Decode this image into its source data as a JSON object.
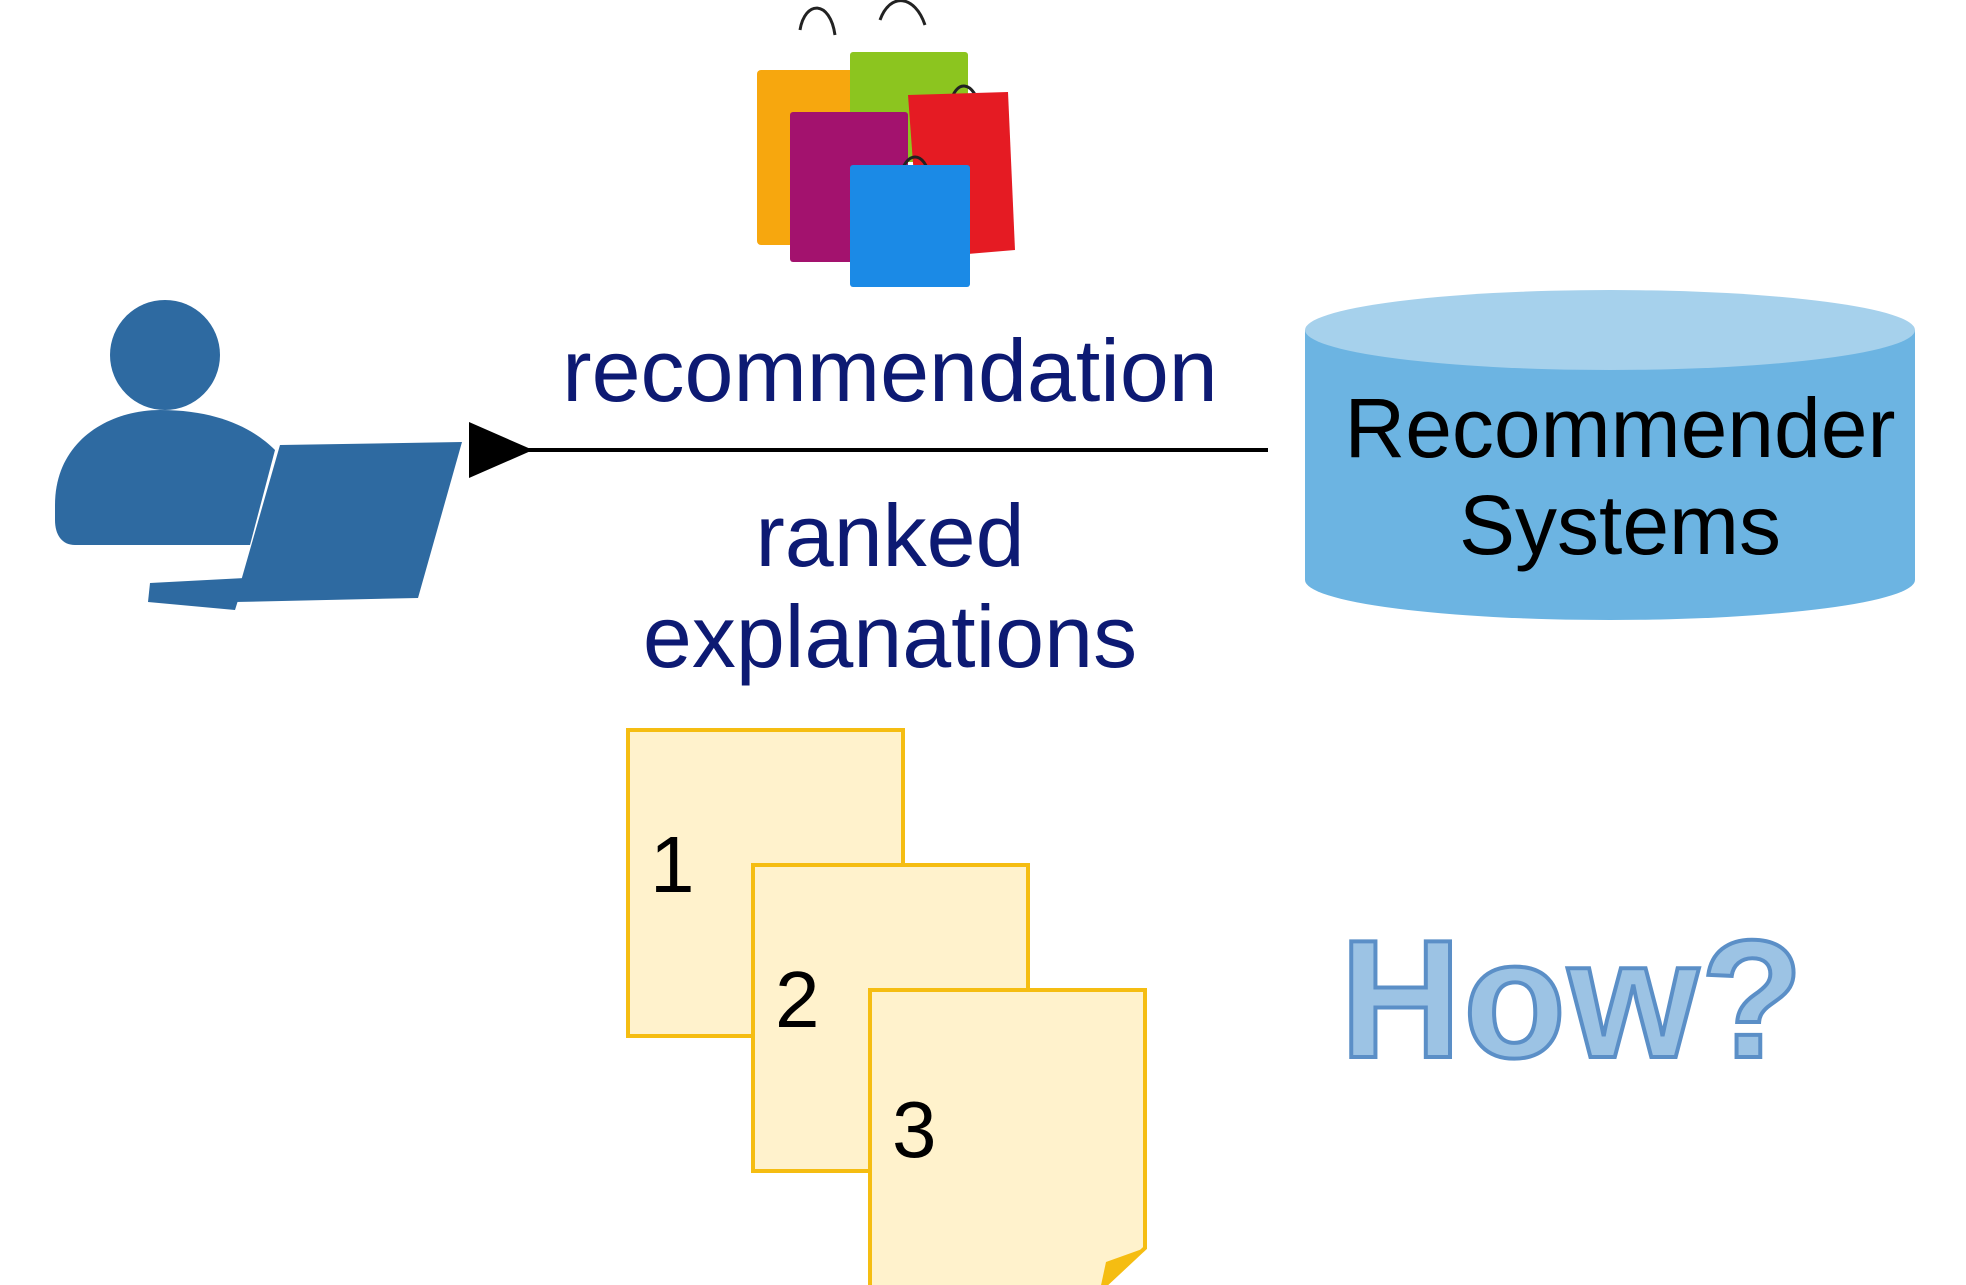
{
  "colors": {
    "user_icon": "#2e6aa1",
    "database_top": "#a6d1ec",
    "database_body": "#6cb4e2",
    "card_fill": "#fff2cc",
    "card_border": "#f5bd12",
    "label_text": "#0d1a73",
    "how_fill": "#9cc3e4",
    "how_stroke": "#5b8fc7",
    "bags": [
      "#f7a70e",
      "#8cc51f",
      "#e51b23",
      "#a3126e",
      "#1b8ae6"
    ]
  },
  "diagram": {
    "nodes": {
      "user": {
        "icon": "user-laptop-icon"
      },
      "recommender": {
        "label_line1": "Recommender",
        "label_line2": "Systems",
        "shape": "cylinder"
      },
      "products": {
        "icon": "shopping-bags-icon"
      }
    },
    "edge": {
      "from": "recommender",
      "to": "user",
      "label_above": "recommendation",
      "label_below_line1": "ranked",
      "label_below_line2": "explanations"
    },
    "cards": [
      {
        "number": "1"
      },
      {
        "number": "2"
      },
      {
        "number": "3"
      }
    ],
    "question": "How?"
  }
}
